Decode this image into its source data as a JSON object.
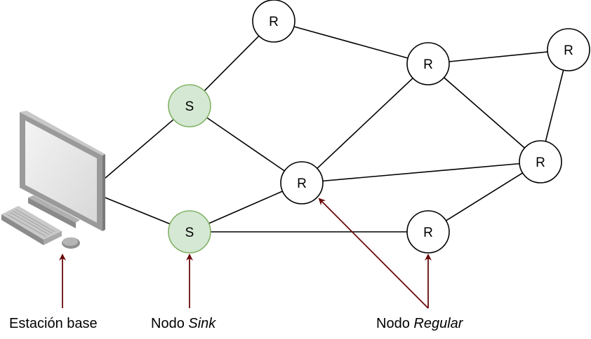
{
  "colors": {
    "sink_fill": "#d5e8d4",
    "sink_stroke": "#82b366",
    "regular_fill": "#ffffff",
    "regular_stroke": "#000000",
    "edge": "#000000",
    "arrow": "#6a0a0a"
  },
  "nodes": [
    {
      "id": "r1",
      "type": "regular",
      "label": "R"
    },
    {
      "id": "r2",
      "type": "regular",
      "label": "R"
    },
    {
      "id": "r3",
      "type": "regular",
      "label": "R"
    },
    {
      "id": "r4",
      "type": "regular",
      "label": "R"
    },
    {
      "id": "r5",
      "type": "regular",
      "label": "R"
    },
    {
      "id": "r6",
      "type": "regular",
      "label": "R"
    },
    {
      "id": "s1",
      "type": "sink",
      "label": "S"
    },
    {
      "id": "s2",
      "type": "sink",
      "label": "S"
    }
  ],
  "edges": [
    [
      "s1",
      "r1"
    ],
    [
      "r1",
      "r2"
    ],
    [
      "r2",
      "r3"
    ],
    [
      "r3",
      "r5"
    ],
    [
      "r2",
      "r5"
    ],
    [
      "r2",
      "r4"
    ],
    [
      "s1",
      "r4"
    ],
    [
      "r4",
      "r5"
    ],
    [
      "s2",
      "r4"
    ],
    [
      "s2",
      "r6"
    ],
    [
      "r6",
      "r5"
    ],
    [
      "pc",
      "s1"
    ],
    [
      "pc",
      "s2"
    ]
  ],
  "computer_icon": "desktop-computer-icon",
  "captions": {
    "base_station": "Estación base",
    "sink_prefix": "Nodo ",
    "sink_italic": "Sink",
    "regular_prefix": "Nodo ",
    "regular_italic": "Regular"
  }
}
